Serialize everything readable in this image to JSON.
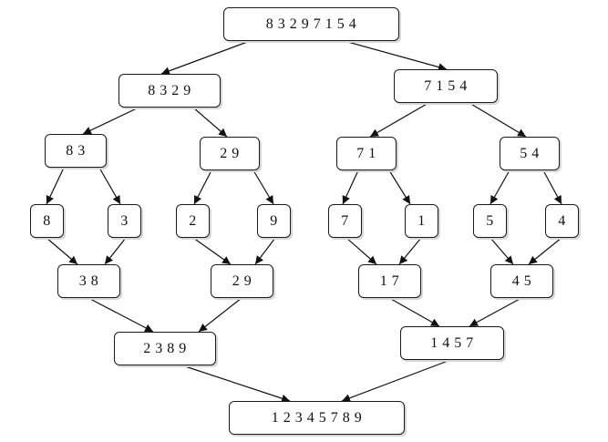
{
  "nodes": {
    "root": "8 3 2 9 7 1 5 4",
    "left_half": "8 3 2 9",
    "right_half": "7 1 5 4",
    "left_left_pair": "8 3",
    "left_right_pair": "2 9",
    "right_left_pair": "7 1",
    "right_right_pair": "5 4",
    "leaf_8": "8",
    "leaf_3": "3",
    "leaf_2": "2",
    "leaf_9": "9",
    "leaf_7": "7",
    "leaf_1": "1",
    "leaf_5": "5",
    "leaf_4": "4",
    "merged_38": "3 8",
    "merged_29": "2 9",
    "merged_17": "1 7",
    "merged_45": "4 5",
    "merged_2389": "2 3 8 9",
    "merged_1457": "1 4 5 7",
    "final": "1 2 3 4 5 7 8 9"
  },
  "colors": {
    "stroke": "#1a1a1a",
    "background": "#ffffff"
  }
}
